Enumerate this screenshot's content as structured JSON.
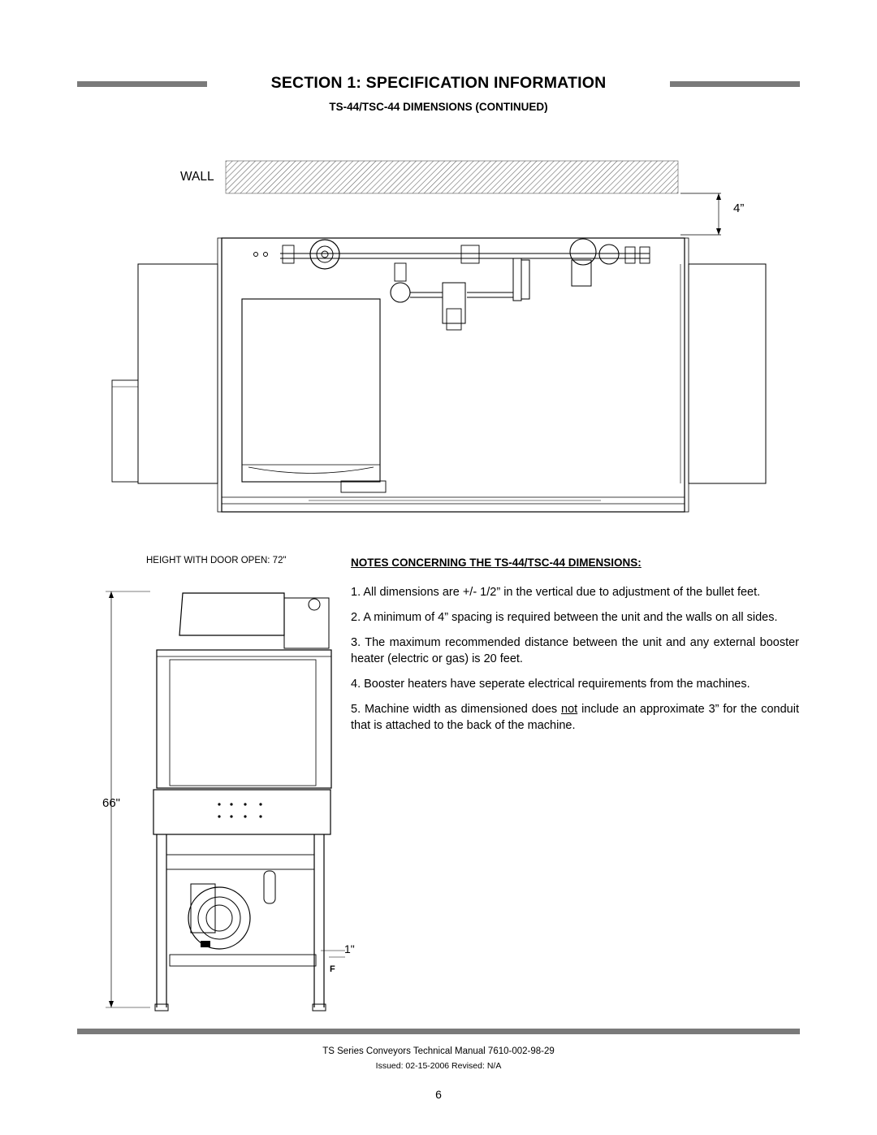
{
  "header": {
    "section_title": "SECTION 1: SPECIFICATION INFORMATION",
    "subtitle": "TS-44/TSC-44 DIMENSIONS (CONTINUED)"
  },
  "drawing": {
    "wall_label": "WALL",
    "clearance_label": "4”",
    "door_open_height": "HEIGHT WITH DOOR OPEN: 72\"",
    "overall_height": "66\"",
    "foot_adjust": "1\"",
    "foot_label": "F"
  },
  "notes": {
    "heading": "NOTES CONCERNING THE TS-44/TSC-44 DIMENSIONS:",
    "items": [
      "1. All dimensions are +/- 1/2” in the vertical due to adjustment of the bullet feet.",
      "2. A minimum of 4” spacing is required between the unit and the walls on all sides.",
      "3. The maximum recommended distance between the unit and any external booster heater (electric or gas) is 20 feet.",
      "4. Booster heaters have seperate electrical requirements from the machines."
    ],
    "item5_before": "5. Machine width as dimensioned does ",
    "item5_underlined": "not",
    "item5_after": " include an approximate 3” for the conduit that is attached to the back of the machine."
  },
  "footer": {
    "manual": "TS Series Conveyors Technical Manual 7610-002-98-29",
    "issued": "Issued: 02-15-2006  Revised: N/A",
    "page_number": "6"
  },
  "colors": {
    "rule": "#7a7a7a",
    "line": "#000000",
    "hatch": "#555555"
  }
}
